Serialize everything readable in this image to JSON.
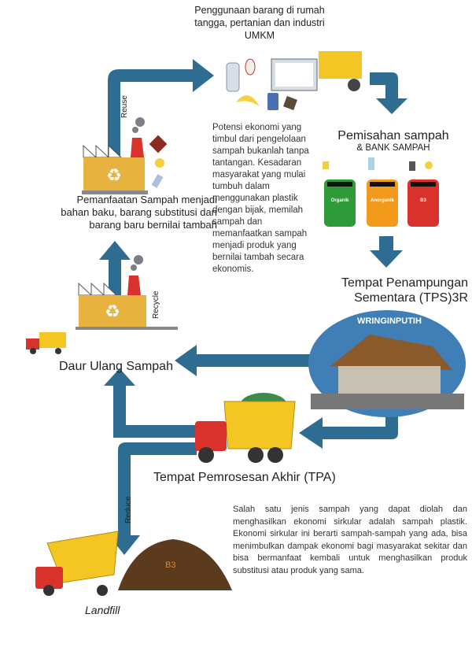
{
  "top_title": [
    "Penggunaan barang di rumah",
    "tangga, pertanian dan industri",
    "UMKM"
  ],
  "reuse_label": "Reuse",
  "recycle_label": "Recycle",
  "reduce_label": "Reduce",
  "pemanfaatan": [
    "Pemanfaatan Sampah menjadi",
    "bahan baku, barang substitusi dan",
    "barang baru bernilai tambah"
  ],
  "middle_text": "Potensi ekonomi yang timbul dari pengelolaan sampah bukanlah tanpa tantangan. Kesadaran masyarakat yang mulai tumbuh dalam menggunakan plastik dengan bijak, memilah sampah dan memanfaatkan sampah menjadi produk yang bernilai tambah secara ekonomis.",
  "pemisahan": {
    "title": "Pemisahan sampah",
    "subtitle": "& BANK SAMPAH",
    "bins": [
      "Organik",
      "Anorganik",
      "B3"
    ]
  },
  "tps": [
    "Tempat Penampungan",
    "Sementara (TPS)3R"
  ],
  "tps_sign": "WRINGINPUTIH",
  "daur_ulang": "Daur Ulang Sampah",
  "tpa": "Tempat Pemrosesan Akhir (TPA)",
  "bottom_text": "Salah satu jenis sampah yang dapat diolah dan menghasilkan ekonomi sirkular adalah sampah plastik. Ekonomi sirkular ini berarti sampah-sampah yang ada, bisa menimbulkan dampak ekonomi bagi masyarakat sekitar dan bisa bermanfaat kembali untuk menghasilkan produk substitusi atau produk yang sama.",
  "mound_label": "B3",
  "landfill": "Landfill",
  "colors": {
    "arrow": "#2e6d91",
    "factory": "#e8b23e",
    "green": "#2f9a3a",
    "orange": "#f39a1c",
    "red": "#d9312b"
  }
}
